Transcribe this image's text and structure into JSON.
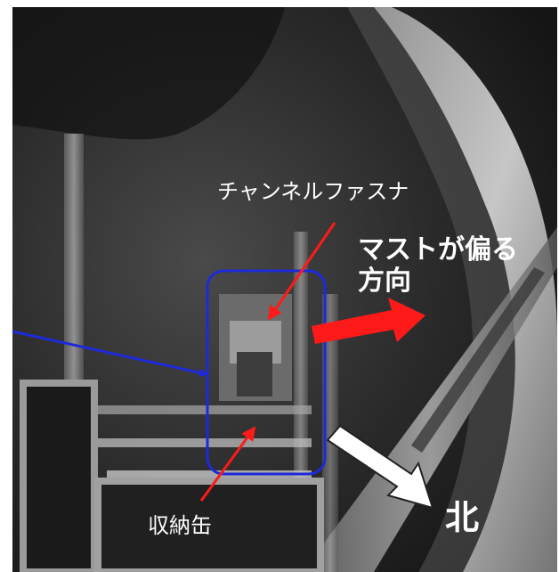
{
  "annotations": {
    "channel_fastener": "チャンネルファスナ",
    "mast_direction_line1": "マストが偏る",
    "mast_direction_line2": "方向",
    "storage_can": "収納缶",
    "north": "北"
  },
  "colors": {
    "frame": "#1d2ad9",
    "red_arrow": "#ff1a1a",
    "north_arrow_fill": "#ffffff",
    "north_arrow_stroke": "#222222",
    "label_text": "#ffffff"
  }
}
